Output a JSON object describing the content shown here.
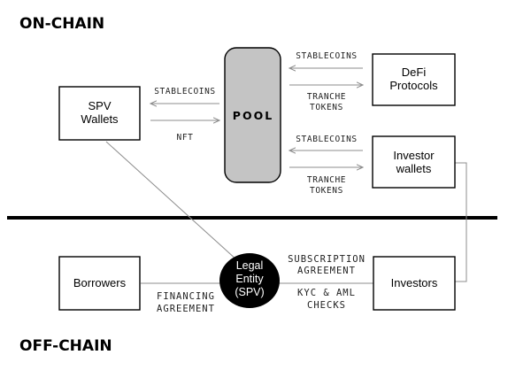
{
  "zones": {
    "top": "ON-CHAIN",
    "bottom": "OFF-CHAIN"
  },
  "nodes": {
    "spv_wallets": [
      "SPV",
      "Wallets"
    ],
    "pool": "POOL",
    "defi": [
      "DeFi",
      "Protocols"
    ],
    "investor_wallets": [
      "Investor",
      "wallets"
    ],
    "borrowers": "Borrowers",
    "legal_entity": [
      "Legal",
      "Entity",
      "(SPV)"
    ],
    "investors": "Investors"
  },
  "labels": {
    "spv_pool_top": "STABLECOINS",
    "spv_pool_bottom": "NFT",
    "pool_defi_top": "STABLECOINS",
    "pool_defi_bottom": [
      "TRANCHE",
      "TOKENS"
    ],
    "pool_inv_top": "STABLECOINS",
    "pool_inv_bottom": [
      "TRANCHE",
      "TOKENS"
    ],
    "financing": [
      "FINANCING",
      "AGREEMENT"
    ],
    "subscription": [
      "SUBSCRIPTION",
      "AGREEMENT"
    ],
    "kyc": [
      "KYC & AML",
      "CHECKS"
    ]
  },
  "colors": {
    "pool_fill": "#c4c4c4",
    "entity_fill": "#000000",
    "connector": "#8c8c8c"
  }
}
